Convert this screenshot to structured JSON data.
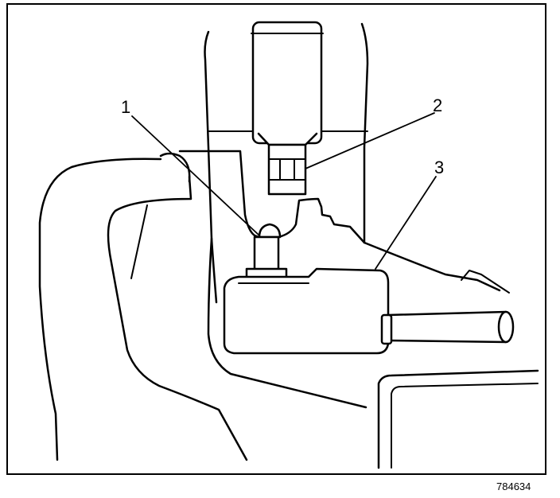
{
  "figure": {
    "id": "784634",
    "callouts": [
      {
        "label": "1"
      },
      {
        "label": "2"
      },
      {
        "label": "3"
      }
    ]
  },
  "colors": {
    "ink": "#000000",
    "paper": "#ffffff"
  }
}
